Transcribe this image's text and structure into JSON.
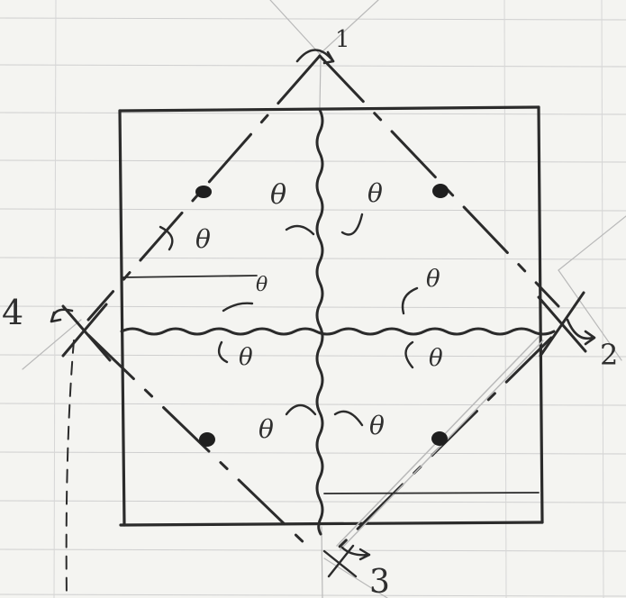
{
  "corner_labels": {
    "top": "1",
    "right": "2",
    "bottom": "3",
    "left": "4"
  },
  "theta_symbol": "θ",
  "colors": {
    "paper": "#f4f4f1",
    "ruled_line": "#c9c9c9",
    "ink": "#2b2b2b",
    "guide_line": "#b9b9b9"
  }
}
